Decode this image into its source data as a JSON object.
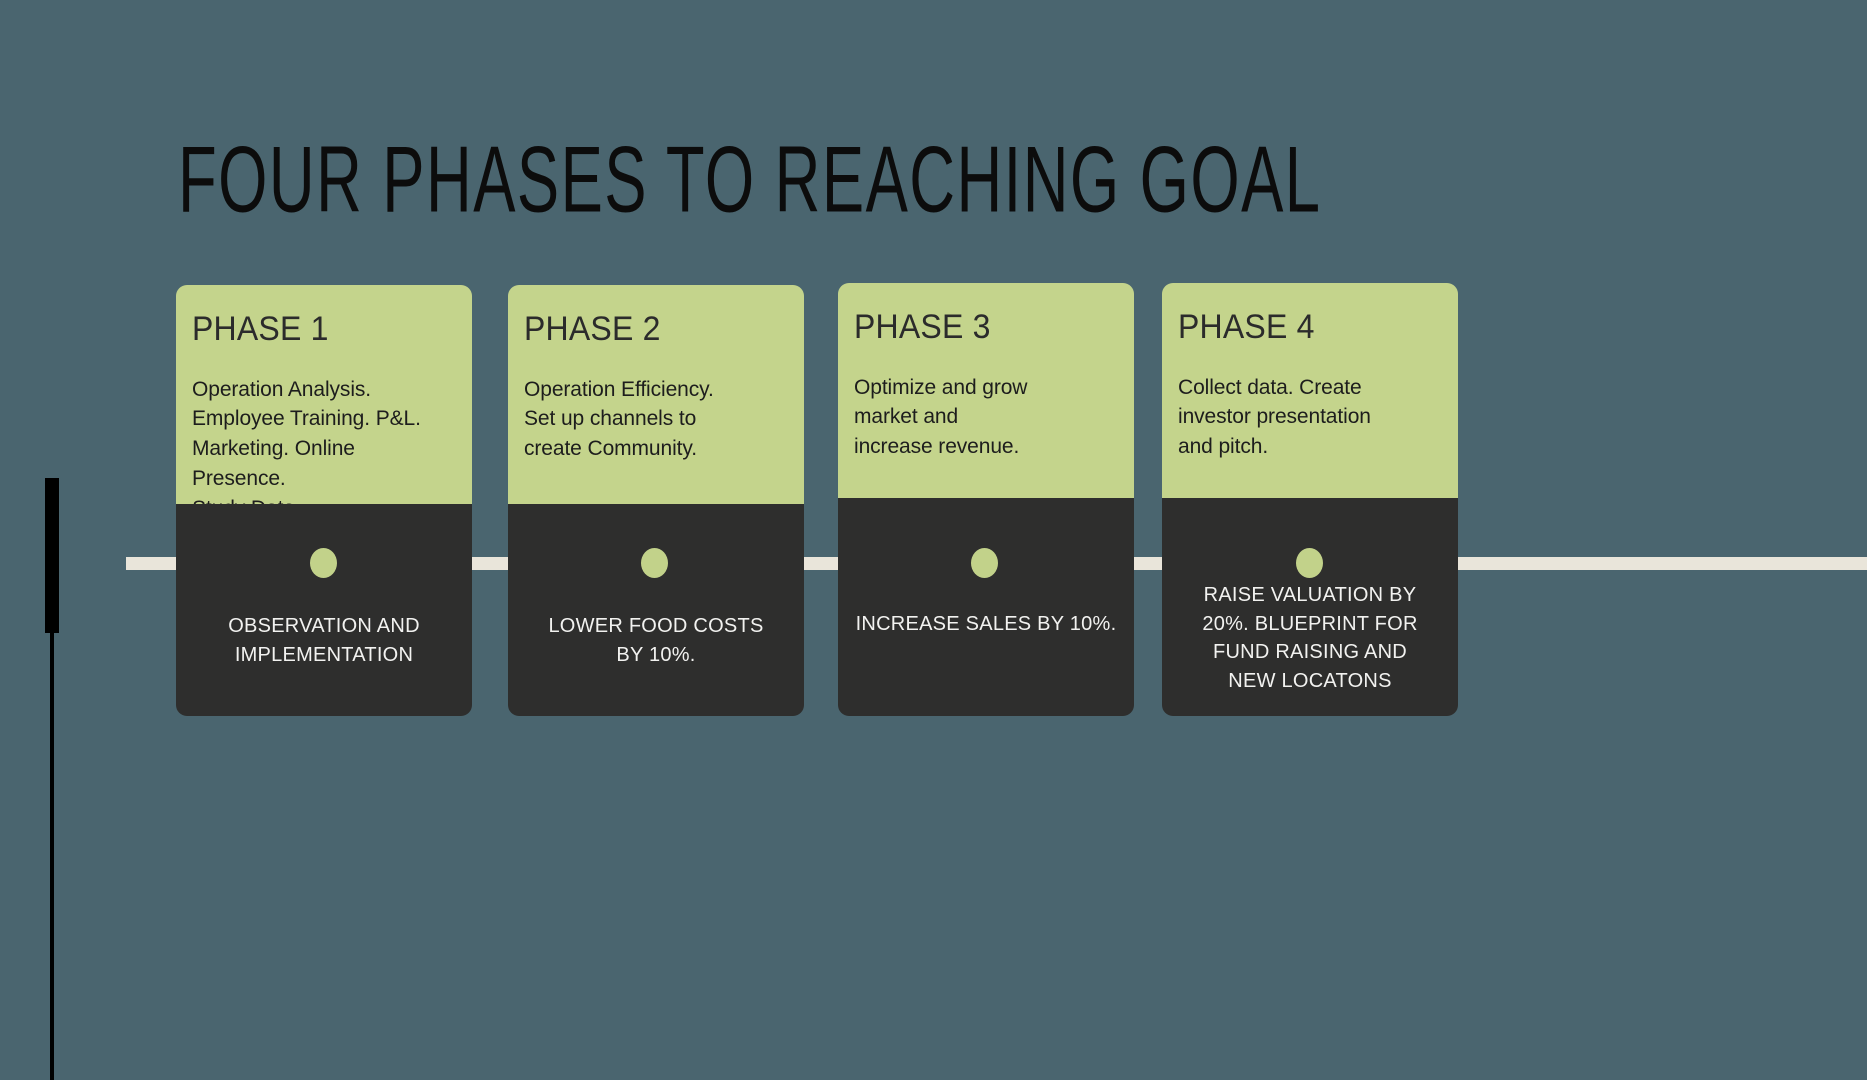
{
  "slide": {
    "title": "FOUR PHASES TO REACHING GOAL",
    "background_color": "#4a656f",
    "card_top_color": "#c4d48c",
    "card_bottom_color": "#2e2e2d",
    "timeline_color": "#e9e5da",
    "dot_color": "#c2d28a",
    "accent_bar_color": "#000000"
  },
  "phases": [
    {
      "heading": "PHASE 1",
      "body": "Operation Analysis.\nEmployee Training. P&L.\nMarketing. Online Presence.\nStudy Data.",
      "caption": "OBSERVATION AND\nIMPLEMENTATION"
    },
    {
      "heading": "PHASE 2",
      "body": "Operation Efficiency.\nSet up channels to\ncreate Community.",
      "caption": "LOWER FOOD COSTS\nBY 10%."
    },
    {
      "heading": "PHASE 3",
      "body": "Optimize and grow\nmarket and\nincrease revenue.",
      "caption": "INCREASE SALES BY 10%."
    },
    {
      "heading": "PHASE 4",
      "body": "Collect data. Create\ninvestor presentation\nand pitch.",
      "caption": "RAISE VALUATION BY\n20%. BLUEPRINT FOR\nFUND RAISING AND\nNEW LOCATONS"
    }
  ]
}
